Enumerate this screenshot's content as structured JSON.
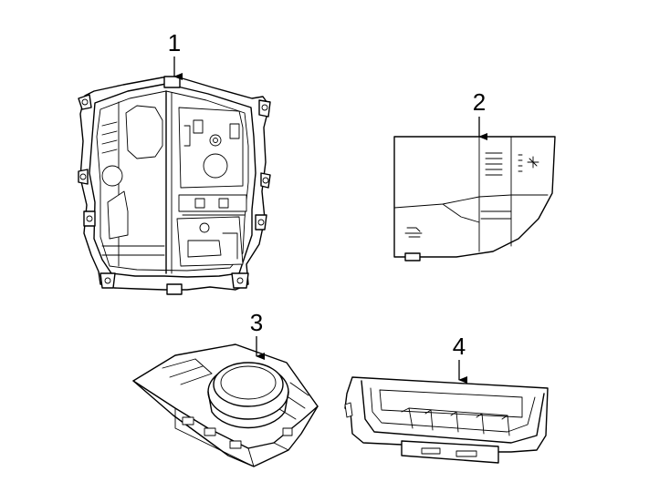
{
  "callouts": [
    {
      "label": "1",
      "part": "control-panel-housing"
    },
    {
      "label": "2",
      "part": "switch-panel"
    },
    {
      "label": "3",
      "part": "controller-knob-assembly"
    },
    {
      "label": "4",
      "part": "storage-tray"
    }
  ]
}
